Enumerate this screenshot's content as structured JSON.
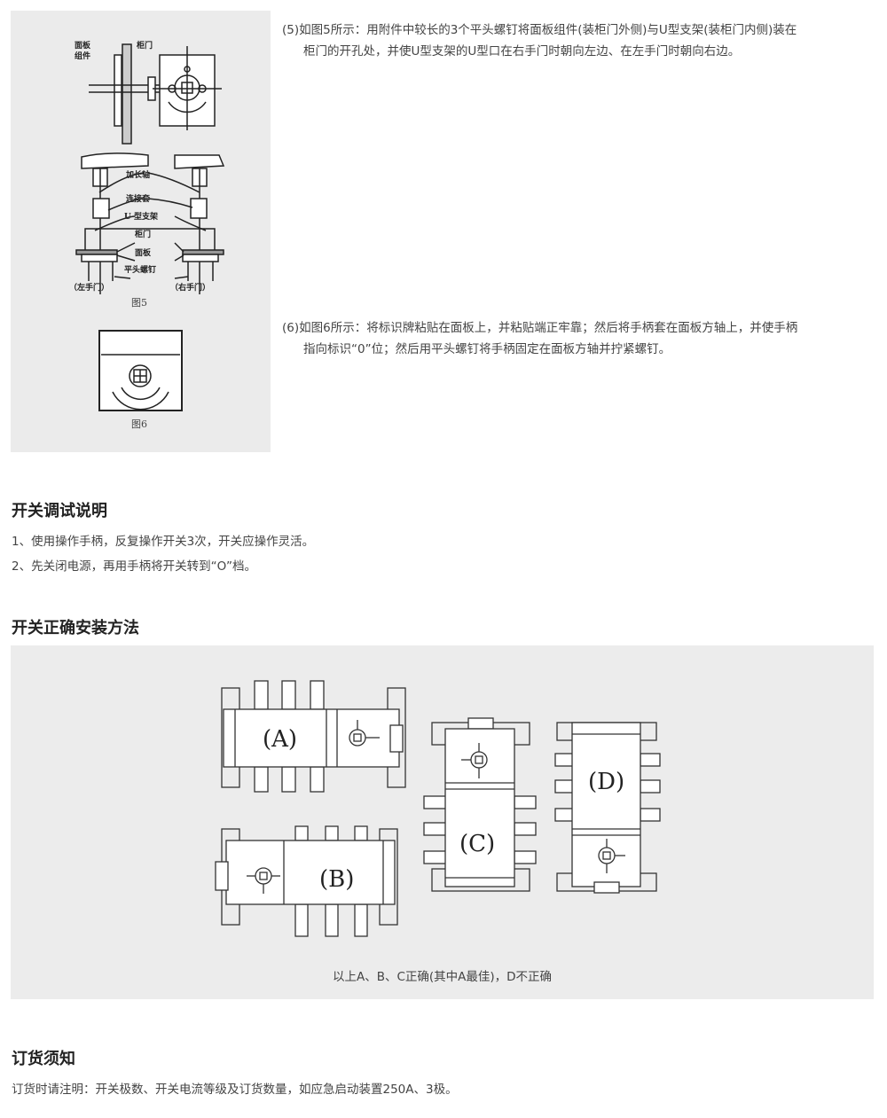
{
  "install_steps": [
    {
      "line1": "(5)如图5所示：用附件中较长的3个平头螺钉将面板组件(装柜门外侧)与U型支架(装柜门内侧)装在",
      "line2": "柜门的开孔处，并使U型支架的U型口在右手门时朝向左边、在左手门时朝向右边。"
    },
    {
      "line1": "(6)如图6所示：将标识牌粘贴在面板上，并粘贴端正牢靠；然后将手柄套在面板方轴上，并使手柄",
      "line2": "指向标识“0”位；然后用平头螺钉将手柄固定在面板方轴并拧紧螺钉。"
    }
  ],
  "figure5": {
    "caption": "图5",
    "labels": {
      "panel_assembly_1": "面板",
      "panel_assembly_2": "组件",
      "cabinet_door_top": "柜门",
      "extension_shaft": "加长轴",
      "coupling": "连接套",
      "u_bracket": "U 型支架",
      "cabinet_door": "柜门",
      "panel": "面板",
      "flat_screw": "平头螺钉",
      "left_door": "（左手门）",
      "right_door": "（右手门）"
    }
  },
  "figure6": {
    "caption": "图6"
  },
  "debug_section": {
    "title": "开关调试说明",
    "items": [
      "1、使用操作手柄，反复操作开关3次，开关应操作灵活。",
      "2、先关闭电源，再用手柄将开关转到“O”档。"
    ]
  },
  "mounting_section": {
    "title": "开关正确安装方法",
    "labels": {
      "a": "(A)",
      "b": "(B)",
      "c": "(C)",
      "d": "(D)"
    },
    "caption": "以上A、B、C正确(其中A最佳)，D不正确"
  },
  "order_section": {
    "title": "订货须知",
    "text": "订货时请注明：开关极数、开关电流等级及订货数量，如应急启动装置250A、3极。"
  }
}
